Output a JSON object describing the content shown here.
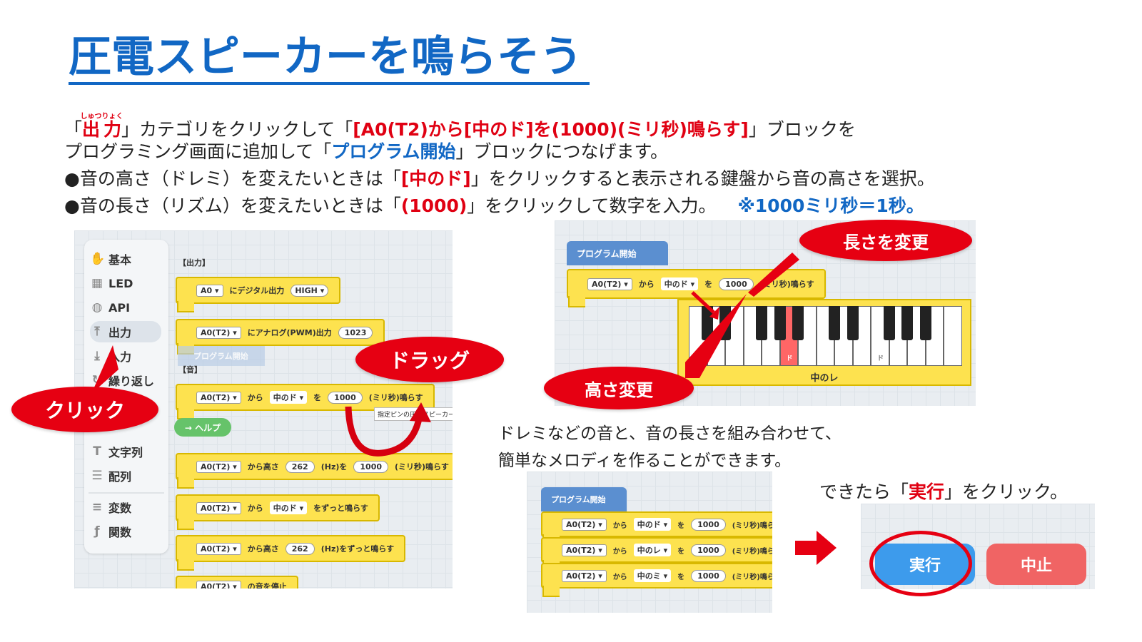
{
  "title": {
    "base": "圧電スピーカーを鳴らそう"
  },
  "instructions": {
    "line1": {
      "open": "「",
      "cat_label": "出力",
      "cat_ruby": "しゅつりょく",
      "mid": "」カテゴリをクリックして「",
      "block_label": "[A0(T2)から[中のド]を(1000)(ミリ秒)鳴らす]",
      "close": "」ブロックを"
    },
    "line2": {
      "text_a": "プログラミング画面に追加して「",
      "start_label": "プログラム開始",
      "text_b": "」ブロックにつなげます。"
    },
    "line3": {
      "text_a": "●音の高さ（ドレミ）を変えたいときは「",
      "note_label": "[中のド]",
      "text_b": "」をクリックすると表示される鍵盤から音の高さを選択。"
    },
    "line4": {
      "text_a": "●音の長さ（リズム）を変えたいときは「",
      "dur_label": "(1000)",
      "text_b": "」をクリックして数字を入力。",
      "note": "※1000ミリ秒＝1秒。"
    }
  },
  "sidebar": {
    "items": [
      {
        "label": "基本",
        "icon": "✋"
      },
      {
        "label": "LED",
        "icon": "▦"
      },
      {
        "label": "API",
        "icon": "◍"
      },
      {
        "label": "出力",
        "icon": "⤒"
      },
      {
        "label": "入力",
        "icon": "⤓"
      },
      {
        "label": "繰り返し",
        "icon": "↻"
      },
      {
        "label": "文字列",
        "icon": "T"
      },
      {
        "label": "配列",
        "icon": "☰"
      },
      {
        "label": "変数",
        "icon": "≡"
      },
      {
        "label": "関数",
        "icon": "ƒ"
      }
    ]
  },
  "palette": {
    "section_output": "【出力】",
    "section_sound": "【音】",
    "ghost_start": "プログラム開始",
    "help_label": "→ ヘルプ",
    "tooltip": "指定ピンの圧電スピーカーより",
    "blocks": {
      "digital": {
        "pin": "A0",
        "text": "にデジタル出力",
        "value": "HIGH"
      },
      "analog": {
        "pin": "A0(T2)",
        "text": "にアナログ(PWM)出力",
        "value": "1023"
      },
      "play": {
        "pin": "A0(T2)",
        "from": "から",
        "note": "中のド",
        "wo": "を",
        "dur": "1000",
        "unit": "(ミリ秒)鳴らす"
      },
      "freq": {
        "pin": "A0(T2)",
        "from": "から高さ",
        "hz": "262",
        "hzunit": "(Hz)を",
        "dur": "1000",
        "unit": "(ミリ秒)鳴らす"
      },
      "cont": {
        "pin": "A0(T2)",
        "from": "から",
        "note": "中のド",
        "text": "をずっと鳴らす"
      },
      "freqcont": {
        "pin": "A0(T2)",
        "from": "から高さ",
        "hz": "262",
        "text": "(Hz)をずっと鳴らす"
      },
      "stop": {
        "pin": "A0(T2)",
        "text": "の音を停止"
      }
    }
  },
  "bubbles": {
    "click": "クリック",
    "drag": "ドラッグ",
    "length": {
      "text": "長さを変更"
    },
    "pitch": {
      "text": "高さ変更"
    }
  },
  "editor": {
    "start": "プログラム開始",
    "block": {
      "pin": "A0(T2)",
      "from": "から",
      "note": "中のド",
      "wo": "を",
      "dur": "1000",
      "unit": "(ミリ秒)鳴らす"
    },
    "piano": {
      "left_label": "ド",
      "highlight_label": "ド",
      "right_label": "ド",
      "current_label": "中のレ"
    }
  },
  "caption": {
    "line1": "ドレミなどの音と、音の長さを組み合わせて、",
    "line2": "簡単なメロディを作ることができます。"
  },
  "program": {
    "start": "プログラム開始",
    "rows": [
      {
        "pin": "A0(T2)",
        "from": "から",
        "note": "中のド",
        "wo": "を",
        "dur": "1000",
        "unit": "(ミリ秒)鳴らす"
      },
      {
        "pin": "A0(T2)",
        "from": "から",
        "note": "中のレ",
        "wo": "を",
        "dur": "1000",
        "unit": "(ミリ秒)鳴らす"
      },
      {
        "pin": "A0(T2)",
        "from": "から",
        "note": "中のミ",
        "wo": "を",
        "dur": "1000",
        "unit": "(ミリ秒)鳴らす"
      }
    ]
  },
  "run": {
    "prompt_a": "できたら「",
    "run_word": "実行",
    "prompt_b": "」をクリック。",
    "run_button": "実行",
    "stop_button": "中止"
  },
  "colors": {
    "accent_blue": "#1167c4",
    "accent_red": "#e60012",
    "block_yellow": "#fde24f",
    "run_blue": "#3d9bec",
    "stop_red": "#f06464"
  }
}
